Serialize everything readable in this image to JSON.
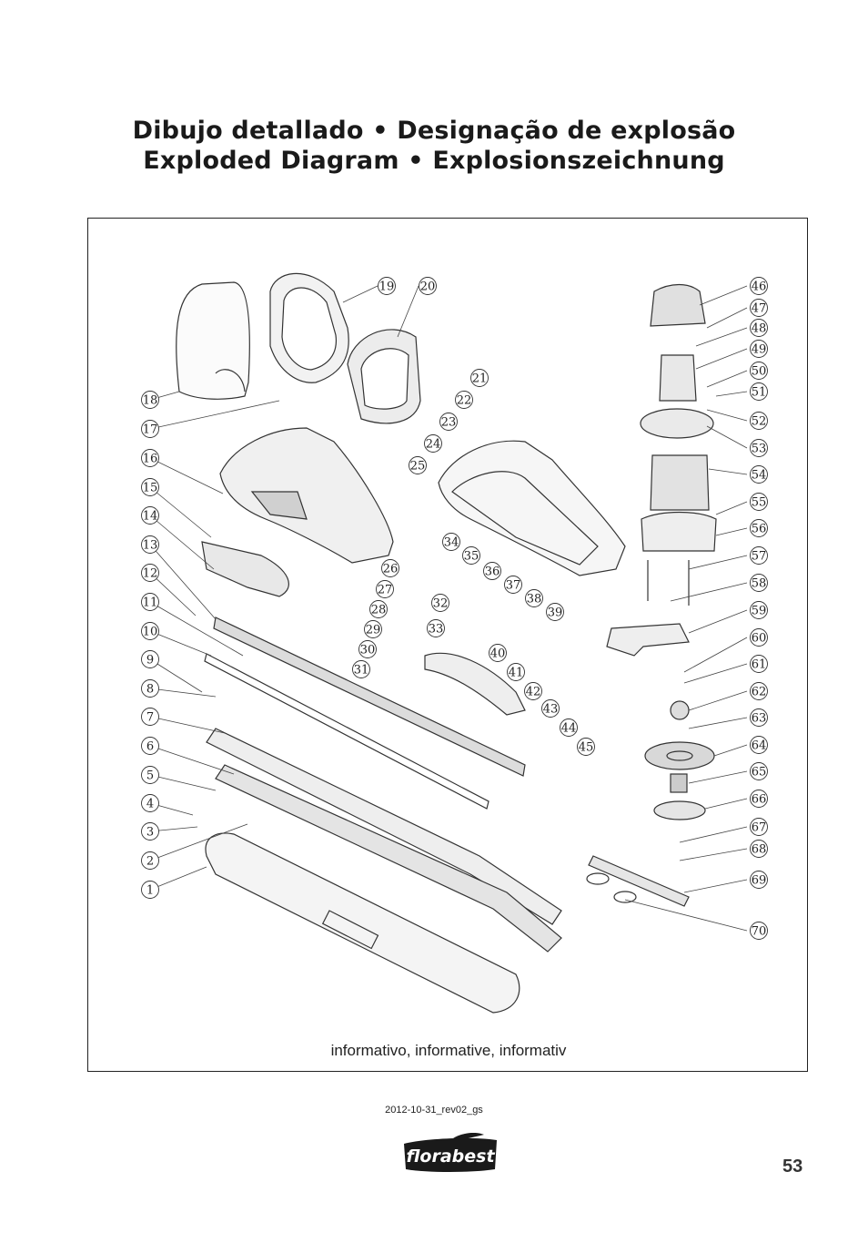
{
  "title_line1": "Dibujo detallado • Designação de explosão",
  "title_line2": "Exploded Diagram • Explosionszeichnung",
  "caption": "informativo, informative, informativ",
  "revision": "2012-10-31_rev02_gs",
  "brand": "florabest",
  "page_number": "53",
  "part_numbers": [
    "1",
    "2",
    "3",
    "4",
    "5",
    "6",
    "7",
    "8",
    "9",
    "10",
    "11",
    "12",
    "13",
    "14",
    "15",
    "16",
    "17",
    "18",
    "19",
    "20",
    "21",
    "22",
    "23",
    "24",
    "25",
    "26",
    "27",
    "28",
    "29",
    "30",
    "31",
    "32",
    "33",
    "34",
    "35",
    "36",
    "37",
    "38",
    "39",
    "40",
    "41",
    "42",
    "43",
    "44",
    "45",
    "46",
    "47",
    "48",
    "49",
    "50",
    "51",
    "52",
    "53",
    "54",
    "55",
    "56",
    "57",
    "58",
    "59",
    "60",
    "61",
    "62",
    "63",
    "64",
    "65",
    "66",
    "67",
    "68",
    "69",
    "70"
  ]
}
